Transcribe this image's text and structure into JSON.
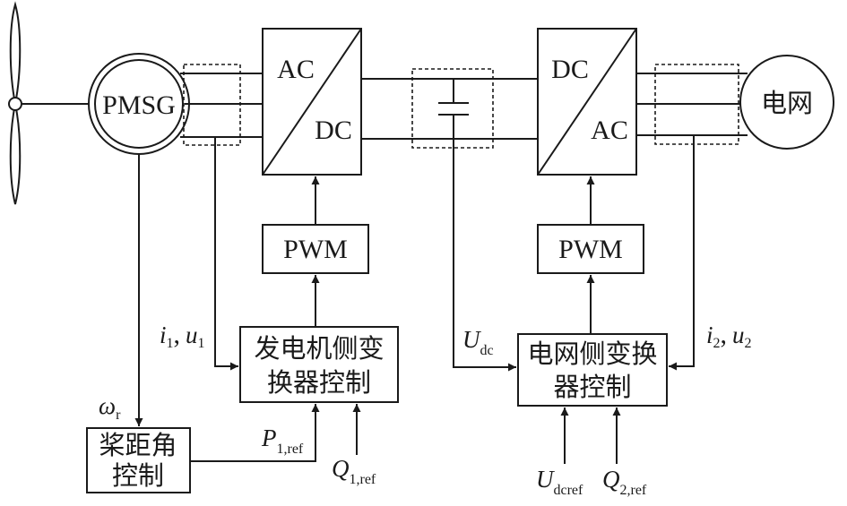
{
  "nodes": {
    "pmsg": "PMSG",
    "grid": "电网",
    "rectifier": {
      "top": "AC",
      "bottom": "DC"
    },
    "inverter": {
      "top": "DC",
      "bottom": "AC"
    },
    "pwm_left": "PWM",
    "pwm_right": "PWM",
    "gen_ctrl": {
      "line1": "发电机侧变",
      "line2": "换器控制"
    },
    "grid_ctrl": {
      "line1": "电网侧变换",
      "line2": "器控制"
    },
    "pitch_ctrl": {
      "line1": "桨距角",
      "line2": "控制"
    }
  },
  "signals": {
    "i1": {
      "var": "i",
      "sub": "1"
    },
    "u1": {
      "var": "u",
      "sub": "1"
    },
    "i2": {
      "var": "i",
      "sub": "2"
    },
    "u2": {
      "var": "u",
      "sub": "2"
    },
    "udc": {
      "var": "U",
      "sub": "dc"
    },
    "omega": {
      "var": "ω",
      "sub": "r"
    },
    "p1ref": {
      "var": "P",
      "sub": "1,ref"
    },
    "q1ref": {
      "var": "Q",
      "sub": "1,ref"
    },
    "udcref": {
      "var": "U",
      "sub": "dcref"
    },
    "q2ref": {
      "var": "Q",
      "sub": "2,ref"
    },
    "comma": ","
  }
}
